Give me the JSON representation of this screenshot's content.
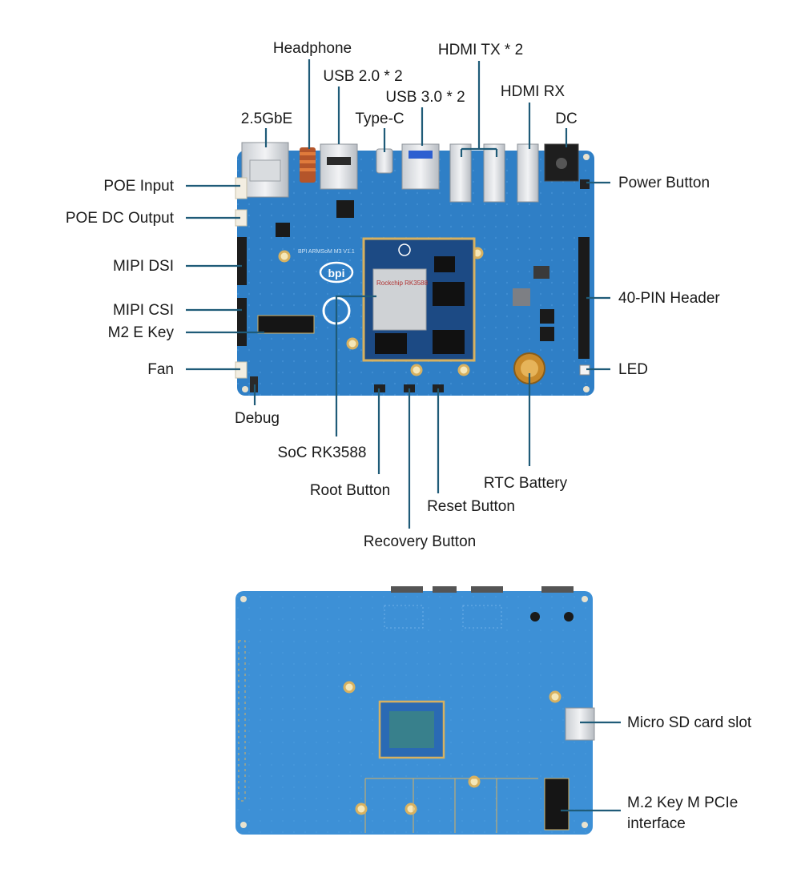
{
  "top_view": {
    "labels": {
      "headphone": "Headphone",
      "usb2": "USB 2.0 * 2",
      "hdmi_tx": "HDMI TX * 2",
      "usb3": "USB 3.0 * 2",
      "hdmi_rx": "HDMI RX",
      "gbe": "2.5GbE",
      "typec": "Type-C",
      "dc": "DC",
      "poe_input": "POE Input",
      "power_button": "Power Button",
      "poe_dc_output": "POE DC Output",
      "mipi_dsi": "MIPI DSI",
      "header40": "40-PIN Header",
      "mipi_csi": "MIPI CSI",
      "m2_e_key": "M2 E Key",
      "fan": "Fan",
      "led": "LED",
      "debug": "Debug",
      "soc": "SoC RK3588",
      "rtc_battery": "RTC Battery",
      "root_button": "Root Button",
      "reset_button": "Reset Button",
      "recovery_button": "Recovery Button"
    },
    "board_text": {
      "silkscreen": "BPI ARMSoM M3 V1.1",
      "soc_chip": "Rockchip RK3588",
      "logo": "bpi"
    }
  },
  "bottom_view": {
    "labels": {
      "micro_sd": "Micro SD card slot",
      "m2_key_m_line1": "M.2 Key M PCIe",
      "m2_key_m_line2": "interface"
    }
  },
  "colors": {
    "board": "#2f7fc6",
    "board_light": "#3d90d6",
    "gold": "#d7b160",
    "leader": "#1f5b78",
    "text": "#1a1a1a"
  }
}
